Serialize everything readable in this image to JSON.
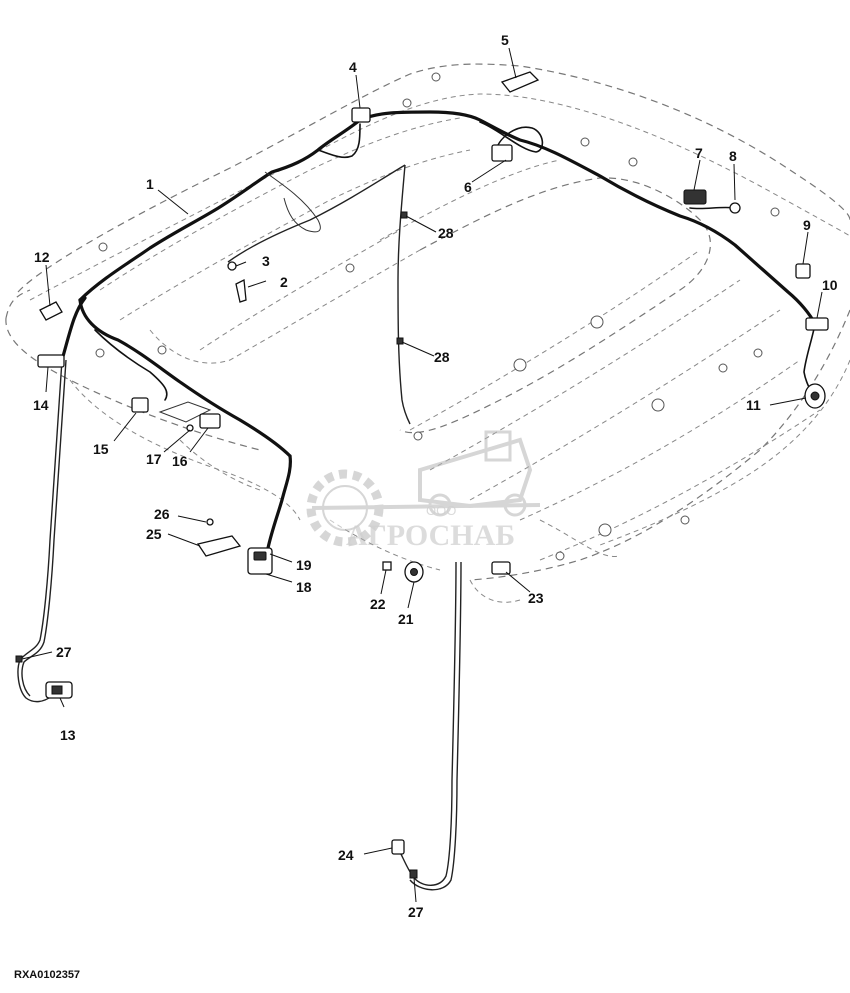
{
  "drawing_ref": "RXA0102357",
  "watermark": {
    "name": "АГРОСНАБ",
    "prefix": "ООО"
  },
  "callouts": {
    "c1": "1",
    "c2": "2",
    "c3": "3",
    "c4": "4",
    "c5": "5",
    "c6": "6",
    "c7": "7",
    "c8": "8",
    "c9": "9",
    "c10": "10",
    "c11": "11",
    "c12": "12",
    "c13": "13",
    "c14": "14",
    "c15": "15",
    "c16": "16",
    "c17": "17",
    "c18": "18",
    "c19": "19",
    "c21": "21",
    "c22": "22",
    "c23": "23",
    "c24": "24",
    "c25": "25",
    "c26": "26",
    "c27a": "27",
    "c27b": "27",
    "c28a": "28",
    "c28b": "28"
  },
  "colors": {
    "line": "#111111",
    "outline": "#777777",
    "watermark": "#aaaaaa"
  }
}
